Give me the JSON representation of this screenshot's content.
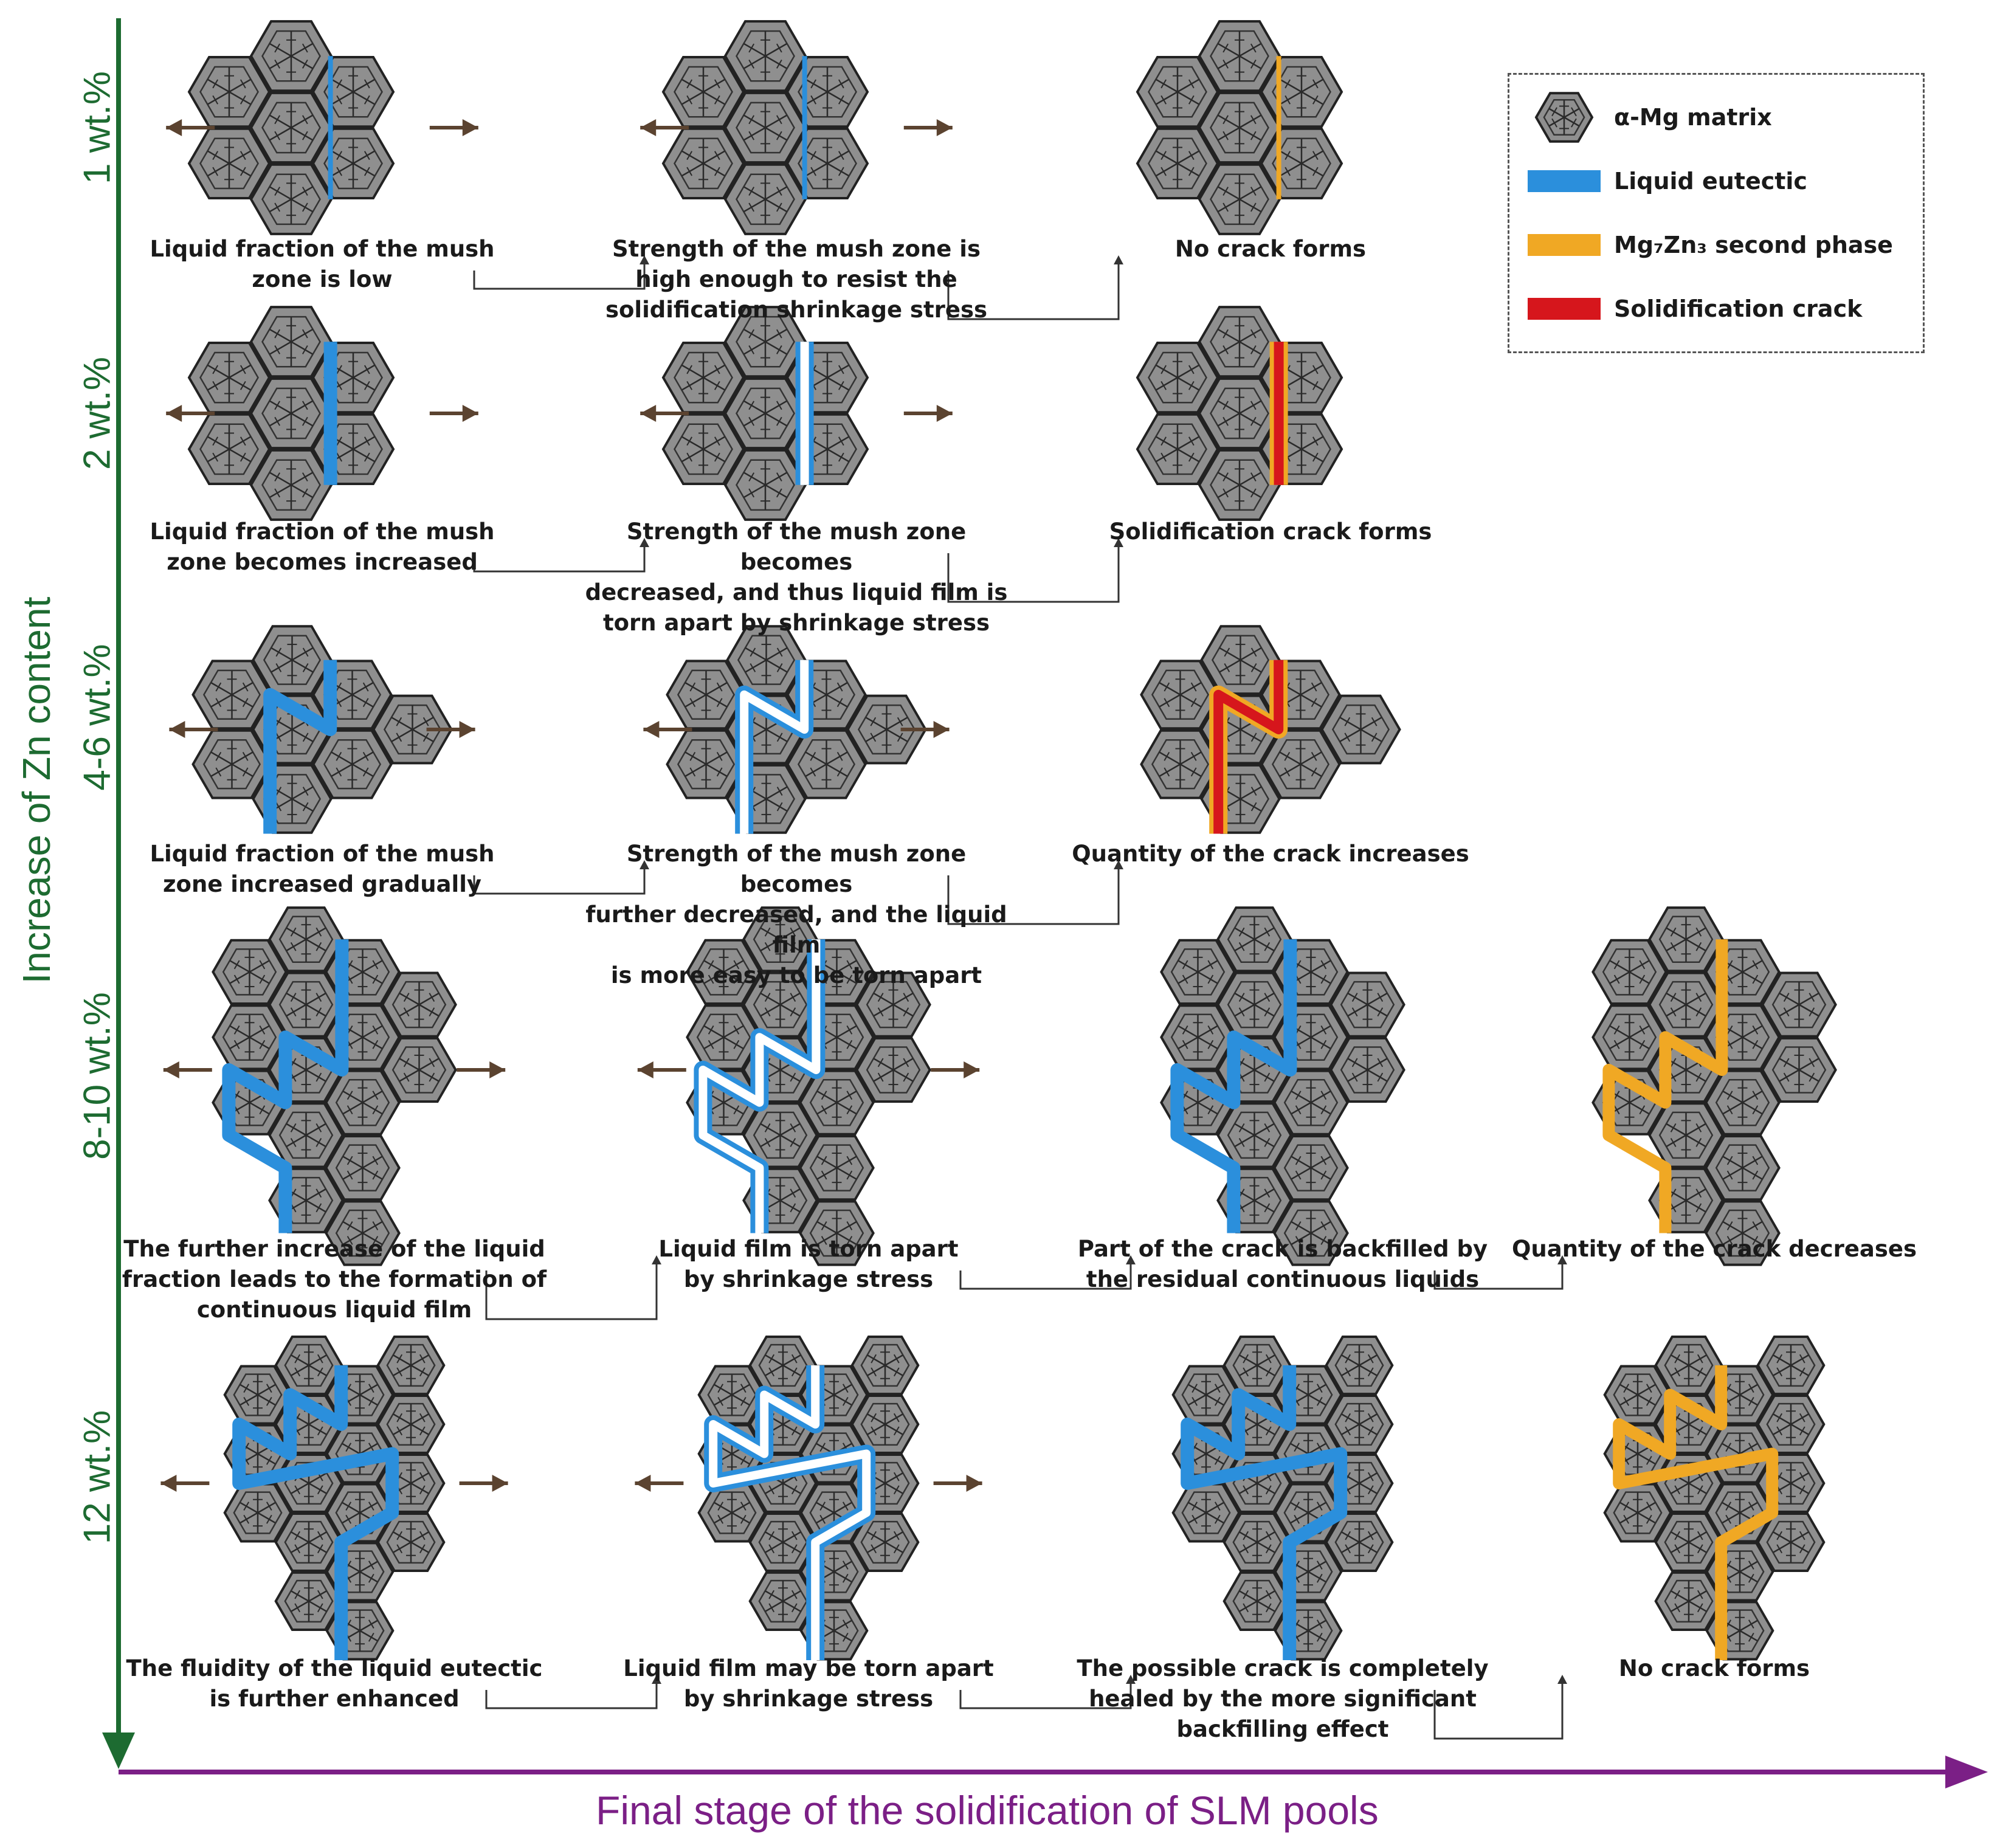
{
  "axes": {
    "y_title": "Increase of Zn content",
    "x_title": "Final stage of the solidification of  SLM pools"
  },
  "legend": {
    "items": [
      {
        "key": "matrix",
        "label": "α-Mg matrix",
        "color": "#8f8f8f"
      },
      {
        "key": "liquid",
        "label": "Liquid eutectic",
        "color": "#2b8fdc"
      },
      {
        "key": "second",
        "label": "Mg₇Zn₃ second phase",
        "color": "#f0a824"
      },
      {
        "key": "crack",
        "label": "Solidification crack",
        "color": "#d6161c"
      }
    ]
  },
  "rows": [
    {
      "label": "1 wt.%",
      "stages": [
        {
          "caption": [
            "Liquid fraction of the mush",
            "zone is low"
          ],
          "cluster": "small",
          "state": "thin"
        },
        {
          "caption": [
            "Strength of the mush zone is",
            "high enough to resist the",
            "solidification shrinkage stress"
          ],
          "cluster": "small",
          "state": "thin"
        },
        {
          "caption": [
            "No crack forms"
          ],
          "cluster": "small",
          "state": "healedthin"
        }
      ]
    },
    {
      "label": "2 wt.%",
      "stages": [
        {
          "caption": [
            "Liquid fraction of the mush",
            "zone becomes increased"
          ],
          "cluster": "small",
          "state": "liquid"
        },
        {
          "caption": [
            "Strength of the mush zone becomes",
            "decreased, and thus liquid film is",
            "torn apart by shrinkage stress"
          ],
          "cluster": "small",
          "state": "torn"
        },
        {
          "caption": [
            "Solidification crack forms"
          ],
          "cluster": "small",
          "state": "crack"
        }
      ]
    },
    {
      "label": "4-6 wt.%",
      "stages": [
        {
          "caption": [
            "Liquid fraction of the mush",
            "zone increased gradually"
          ],
          "cluster": "mid",
          "state": "liquid"
        },
        {
          "caption": [
            "Strength of the mush zone becomes",
            "further decreased, and the liquid film",
            "is more easy to be torn apart"
          ],
          "cluster": "mid",
          "state": "torn"
        },
        {
          "caption": [
            "Quantity of the crack increases"
          ],
          "cluster": "mid",
          "state": "crack"
        }
      ]
    },
    {
      "label": "8-10 wt.%",
      "stages": [
        {
          "caption": [
            "The further increase of the liquid",
            "fraction leads to the formation of",
            "continuous liquid film"
          ],
          "cluster": "large",
          "state": "liquid"
        },
        {
          "caption": [
            "Liquid film is torn apart",
            "by shrinkage stress"
          ],
          "cluster": "large",
          "state": "torn"
        },
        {
          "caption": [
            "Part of the crack is backfilled by",
            "the residual continuous liquids"
          ],
          "cluster": "large",
          "state": "liquid"
        },
        {
          "caption": [
            "Quantity of the crack decreases"
          ],
          "cluster": "large",
          "state": "second"
        }
      ]
    },
    {
      "label": "12 wt.%",
      "stages": [
        {
          "caption": [
            "The fluidity of the liquid eutectic",
            "is further enhanced"
          ],
          "cluster": "xl",
          "state": "liquid"
        },
        {
          "caption": [
            "Liquid film may be torn apart",
            "by shrinkage stress"
          ],
          "cluster": "xl",
          "state": "torn"
        },
        {
          "caption": [
            "The possible crack is completely",
            "healed by the more significant",
            "backfilling effect"
          ],
          "cluster": "xl",
          "state": "liquid"
        },
        {
          "caption": [
            "No crack forms"
          ],
          "cluster": "xl",
          "state": "second"
        }
      ]
    }
  ]
}
